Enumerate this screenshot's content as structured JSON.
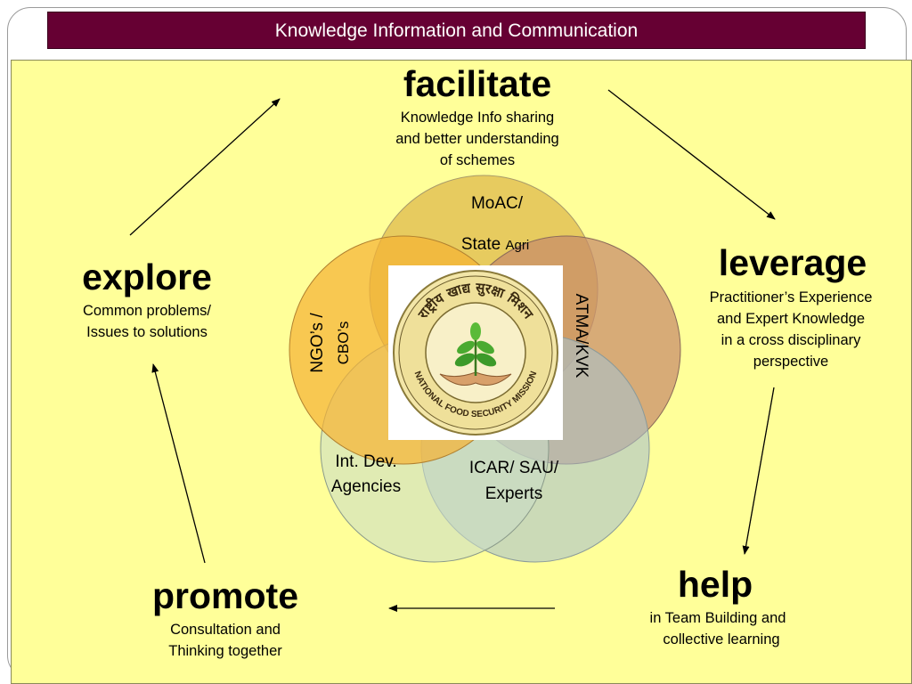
{
  "title": "Knowledge Information and Communication",
  "steps": {
    "facilitate": {
      "heading": "facilitate",
      "desc1": "Knowledge Info sharing",
      "desc2": "and better understanding",
      "desc3": "of schemes"
    },
    "leverage": {
      "heading": "leverage",
      "desc1": "Practitioner’s Experience",
      "desc2": "and Expert Knowledge",
      "desc3": "in a cross disciplinary",
      "desc4": "perspective"
    },
    "help": {
      "heading": "help",
      "desc1": "in Team Building and",
      "desc2": "collective learning"
    },
    "promote": {
      "heading": "promote",
      "desc1": "Consultation and",
      "desc2": "Thinking together"
    },
    "explore": {
      "heading": "explore",
      "desc1": "Common problems/",
      "desc2": "Issues to solutions"
    }
  },
  "circles": {
    "moac": {
      "line1": "MoAC/",
      "line2_main": "State ",
      "line2_small": "Agri",
      "color": "#e3c255"
    },
    "atma": {
      "label": "ATMA/KVK",
      "color": "#c88a6a"
    },
    "icar": {
      "line1": "ICAR/ SAU/",
      "line2": "Experts",
      "color": "#a9c2cc"
    },
    "intdev": {
      "line1": "Int. Dev.",
      "line2": "Agencies",
      "color": "#c9dcc7"
    },
    "ngo": {
      "line1": "NGO’s /",
      "line2": "CBO’s",
      "color": "#f5b335"
    }
  },
  "logo": {
    "ring_text": "राष्ट्रीय खाद्य सुरक्षा मिशन",
    "bottom_text": "NATIONAL FOOD SECURITY MISSION"
  },
  "colors": {
    "title_bar": "#660033",
    "panel": "#ffff99"
  }
}
